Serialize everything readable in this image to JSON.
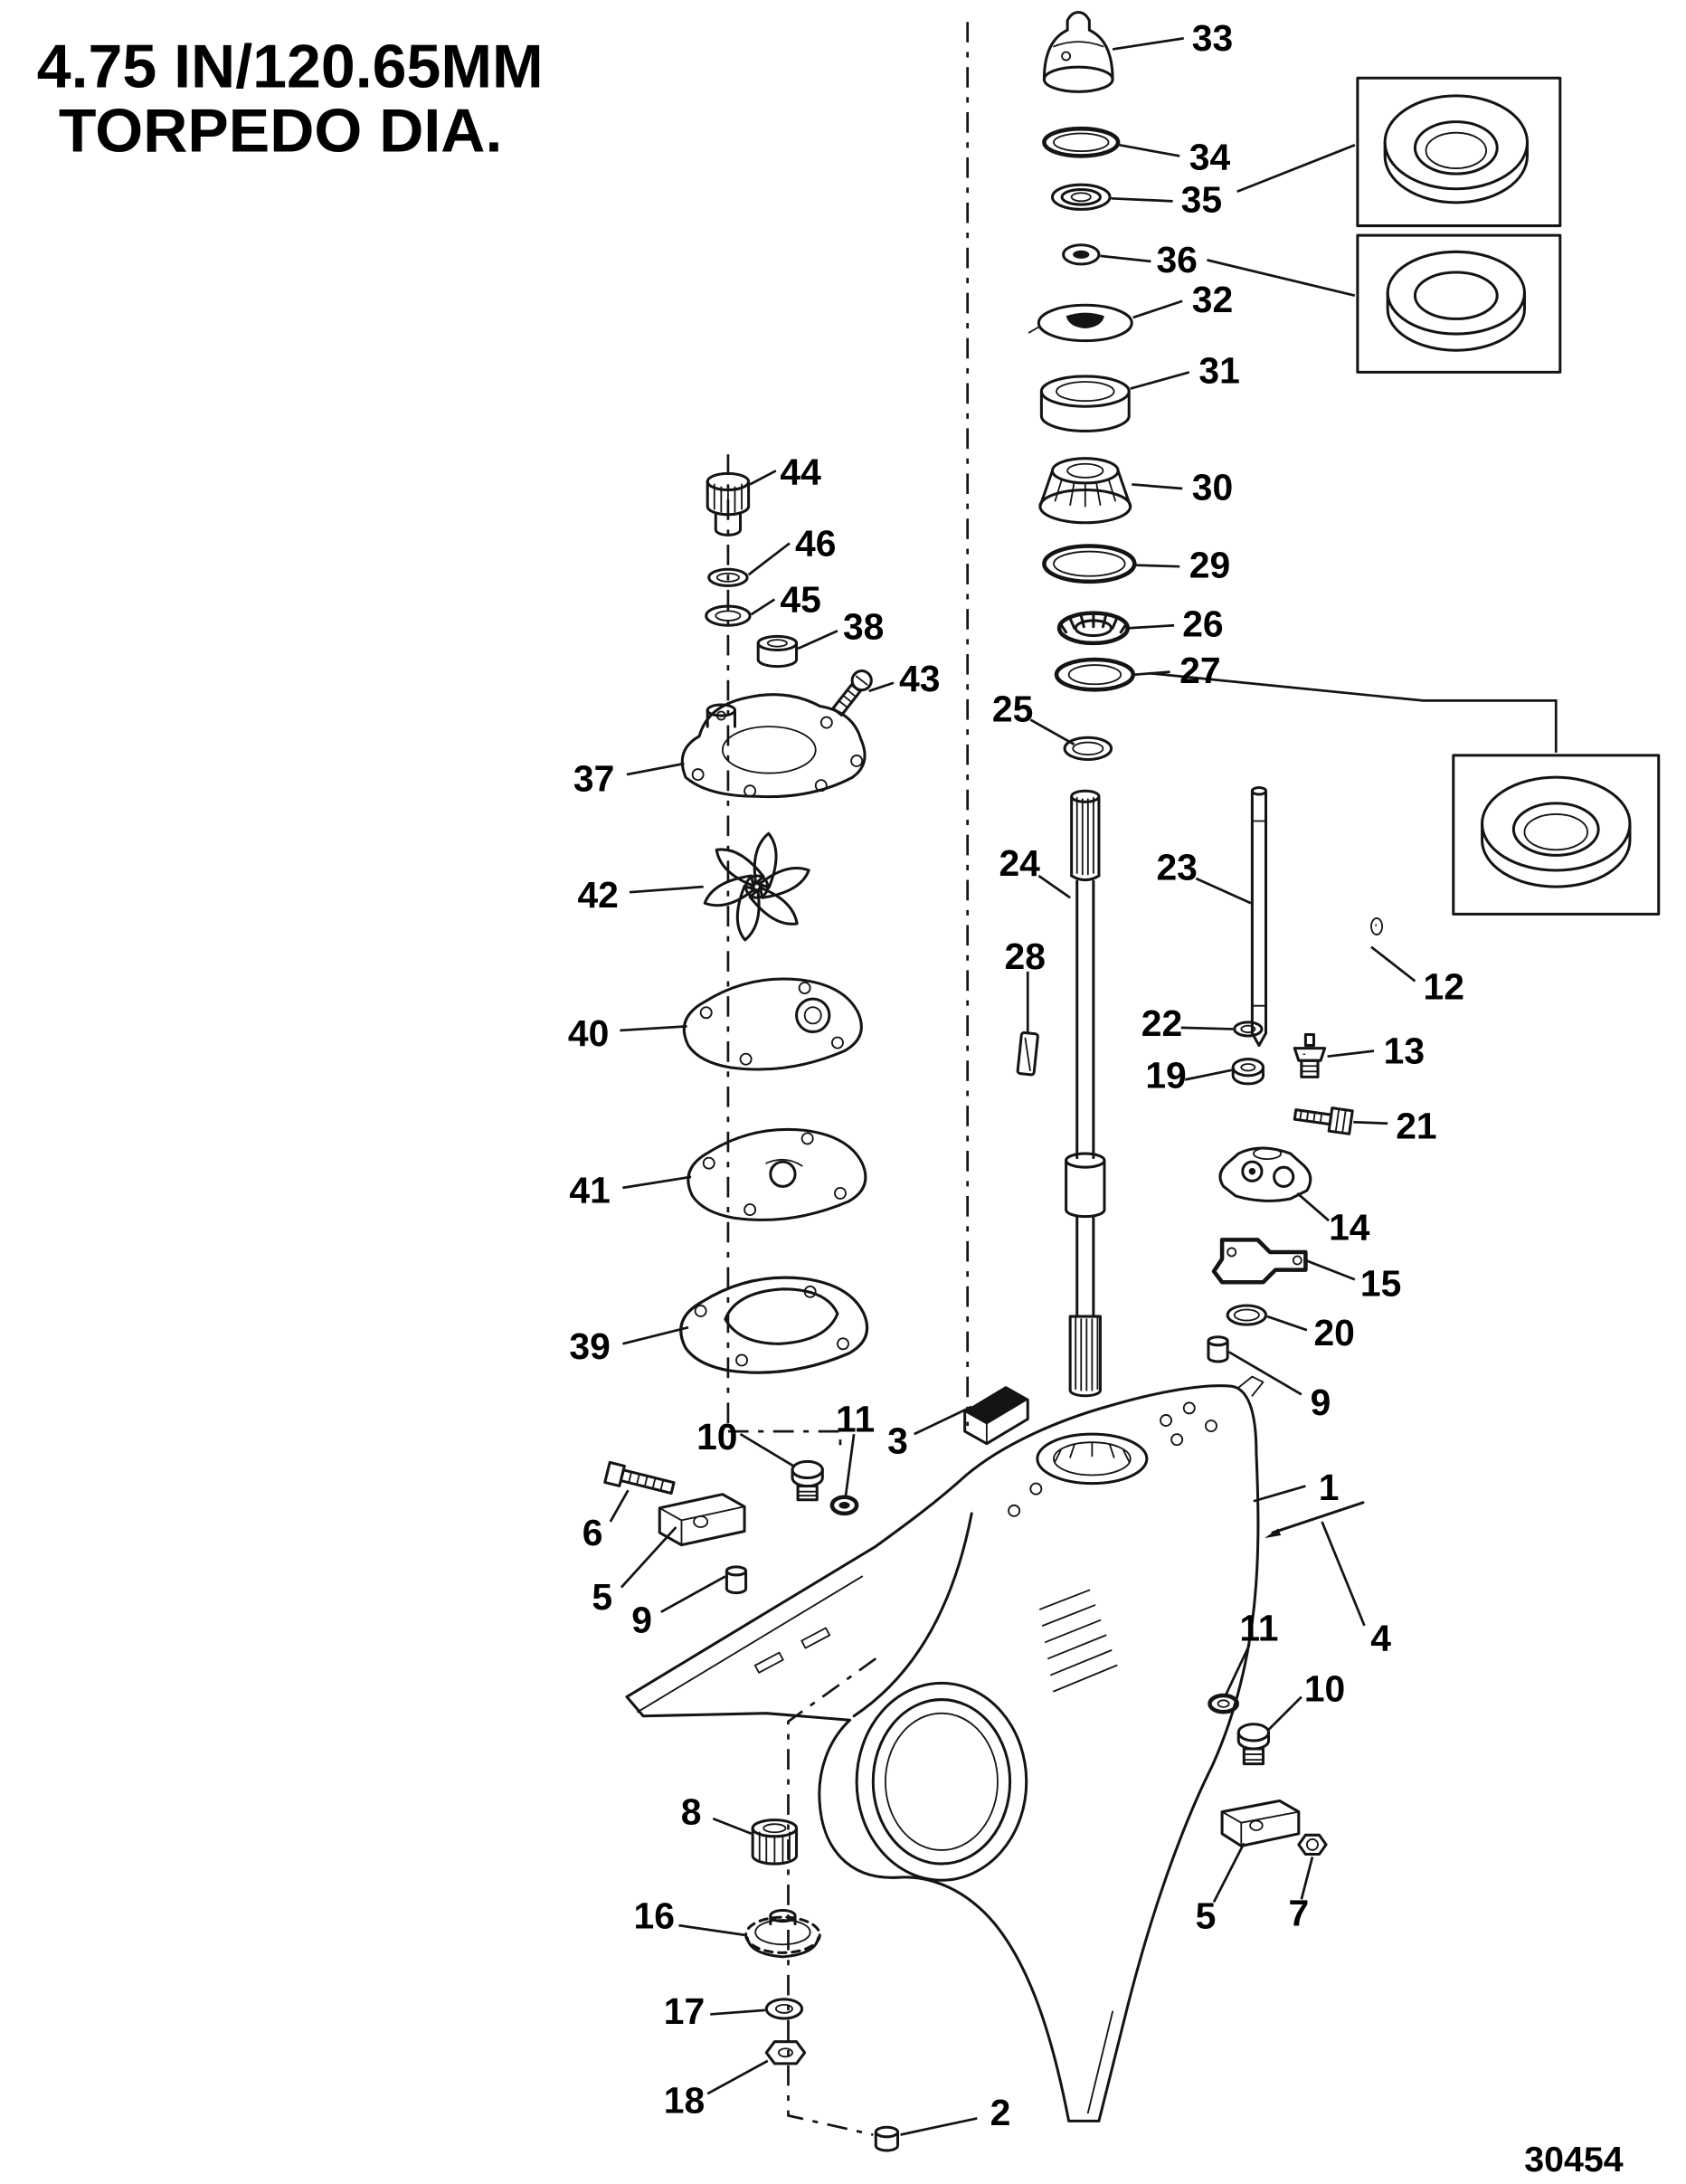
{
  "title": {
    "line1": "4.75 IN/120.65MM",
    "line2": "TORPEDO DIA."
  },
  "drawing_number": "30454",
  "colors": {
    "ink": "#141414",
    "background": "#ffffff"
  },
  "callouts": [
    {
      "label": "33"
    },
    {
      "label": "34"
    },
    {
      "label": "35"
    },
    {
      "label": "36"
    },
    {
      "label": "32"
    },
    {
      "label": "31"
    },
    {
      "label": "30"
    },
    {
      "label": "29"
    },
    {
      "label": "26"
    },
    {
      "label": "27"
    },
    {
      "label": "25"
    },
    {
      "label": "24"
    },
    {
      "label": "23"
    },
    {
      "label": "28"
    },
    {
      "label": "22"
    },
    {
      "label": "19"
    },
    {
      "label": "12"
    },
    {
      "label": "13"
    },
    {
      "label": "21"
    },
    {
      "label": "14"
    },
    {
      "label": "15"
    },
    {
      "label": "20"
    },
    {
      "label": "9"
    },
    {
      "label": "44"
    },
    {
      "label": "46"
    },
    {
      "label": "45"
    },
    {
      "label": "38"
    },
    {
      "label": "43"
    },
    {
      "label": "37"
    },
    {
      "label": "42"
    },
    {
      "label": "40"
    },
    {
      "label": "41"
    },
    {
      "label": "39"
    },
    {
      "label": "10"
    },
    {
      "label": "11"
    },
    {
      "label": "3"
    },
    {
      "label": "6"
    },
    {
      "label": "5"
    },
    {
      "label": "9"
    },
    {
      "label": "1"
    },
    {
      "label": "4"
    },
    {
      "label": "11"
    },
    {
      "label": "10"
    },
    {
      "label": "5"
    },
    {
      "label": "7"
    },
    {
      "label": "8"
    },
    {
      "label": "16"
    },
    {
      "label": "17"
    },
    {
      "label": "18"
    },
    {
      "label": "2"
    }
  ]
}
